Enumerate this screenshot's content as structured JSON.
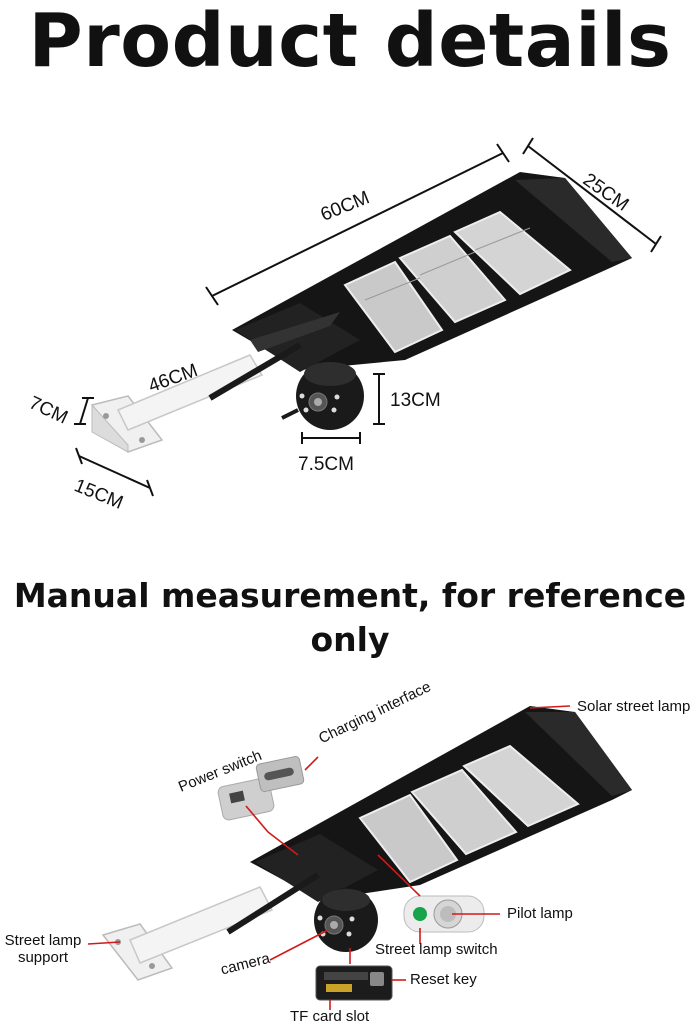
{
  "header": {
    "title": "Product details"
  },
  "note": {
    "text": "Manual measurement, for reference only"
  },
  "dimensions": {
    "length": "60CM",
    "width": "25CM",
    "arm_length": "46CM",
    "bracket_height": "7CM",
    "bracket_width": "15CM",
    "camera_height": "13CM",
    "camera_width": "7.5CM"
  },
  "callouts": {
    "solar_street_lamp": "Solar street lamp",
    "charging_interface": "Charging interface",
    "power_switch": "Power switch",
    "pilot_lamp": "Pilot lamp",
    "street_lamp_switch": "Street lamp switch",
    "street_lamp_support": "Street lamp support",
    "camera": "camera",
    "reset_key": "Reset key",
    "tf_card_slot": "TF card slot"
  },
  "colors": {
    "callout_line": "#d11a1a",
    "housing": "#141414",
    "bracket": "#f2f2f2"
  }
}
